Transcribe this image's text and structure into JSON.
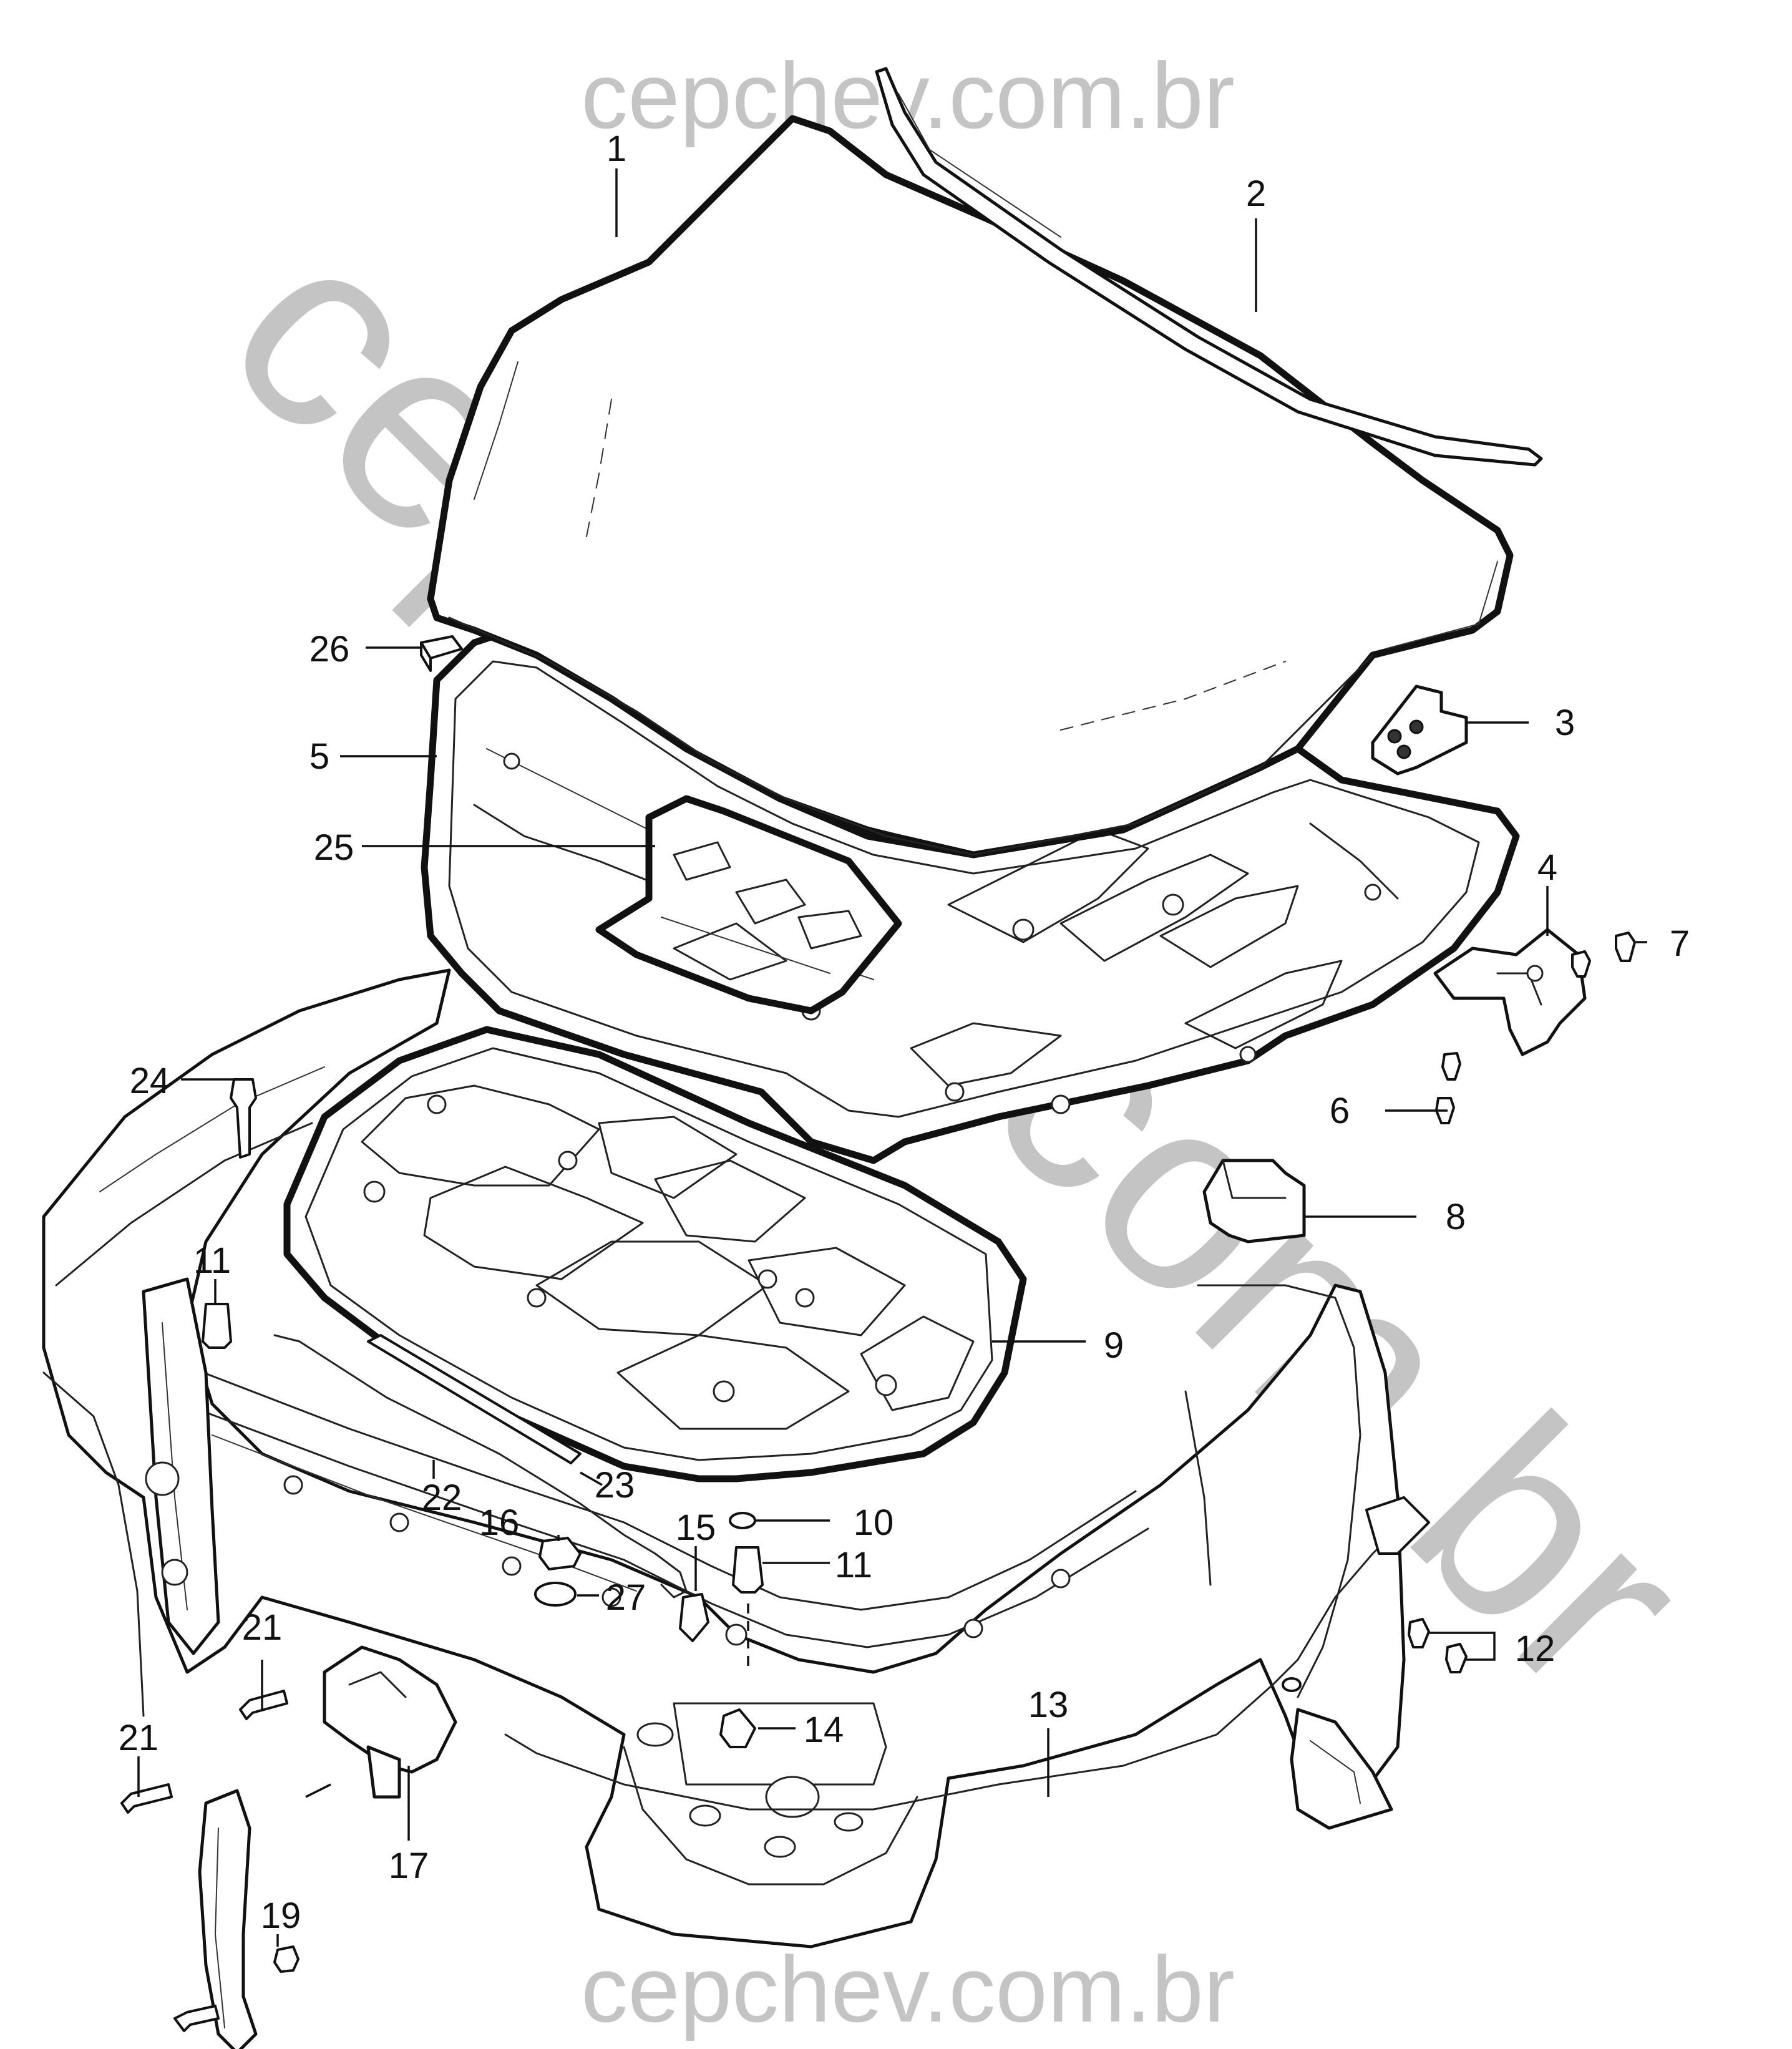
{
  "watermark": {
    "top": "cepchev.com.br",
    "bottom": "cepchev.com.br",
    "diagonal": "cepchev.com.br"
  },
  "callouts": [
    {
      "id": "c1",
      "label": "1"
    },
    {
      "id": "c2",
      "label": "2"
    },
    {
      "id": "c3",
      "label": "3"
    },
    {
      "id": "c4",
      "label": "4"
    },
    {
      "id": "c5",
      "label": "5"
    },
    {
      "id": "c6",
      "label": "6"
    },
    {
      "id": "c7",
      "label": "7"
    },
    {
      "id": "c8",
      "label": "8"
    },
    {
      "id": "c9",
      "label": "9"
    },
    {
      "id": "c10",
      "label": "10"
    },
    {
      "id": "c11a",
      "label": "11"
    },
    {
      "id": "c11b",
      "label": "11"
    },
    {
      "id": "c12",
      "label": "12"
    },
    {
      "id": "c13",
      "label": "13"
    },
    {
      "id": "c14",
      "label": "14"
    },
    {
      "id": "c15",
      "label": "15"
    },
    {
      "id": "c16",
      "label": "16"
    },
    {
      "id": "c17",
      "label": "17"
    },
    {
      "id": "c19",
      "label": "19"
    },
    {
      "id": "c21a",
      "label": "21"
    },
    {
      "id": "c21b",
      "label": "21"
    },
    {
      "id": "c22",
      "label": "22"
    },
    {
      "id": "c23",
      "label": "23"
    },
    {
      "id": "c24",
      "label": "24"
    },
    {
      "id": "c25",
      "label": "25"
    },
    {
      "id": "c26",
      "label": "26"
    },
    {
      "id": "c27",
      "label": "27"
    }
  ]
}
